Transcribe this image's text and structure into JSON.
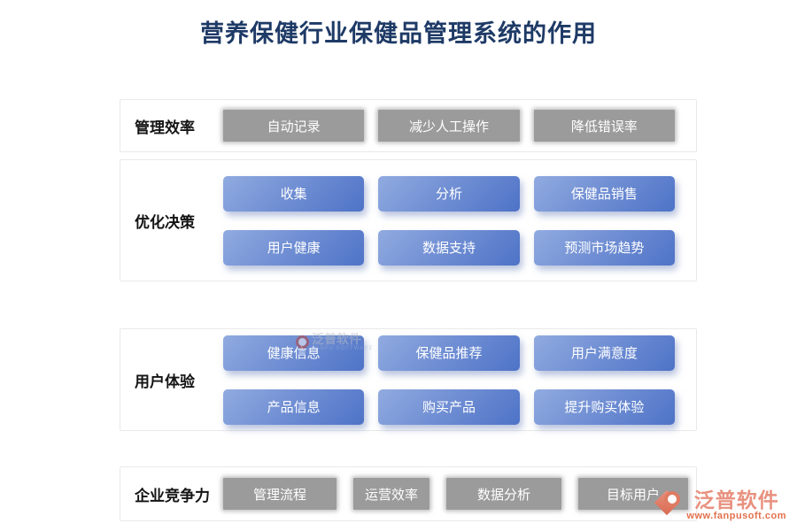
{
  "title": "营养保健行业保健品管理系统的作用",
  "sections": [
    {
      "label": "管理效率",
      "style": "gray",
      "rows": [
        [
          "自动记录",
          "减少人工操作",
          "降低错误率"
        ]
      ]
    },
    {
      "label": "优化决策",
      "style": "blue",
      "rows": [
        [
          "收集",
          "分析",
          "保健品销售"
        ],
        [
          "用户健康",
          "数据支持",
          "预测市场趋势"
        ]
      ]
    },
    {
      "label": "用户体验",
      "style": "blue",
      "rows": [
        [
          "健康信息",
          "保健品推荐",
          "用户满意度"
        ],
        [
          "产品信息",
          "购买产品",
          "提升购买体验"
        ]
      ]
    },
    {
      "label": "企业竞争力",
      "style": "gray",
      "rows": [
        [
          "管理流程",
          "运营效率",
          "数据分析",
          "目标用户"
        ]
      ]
    }
  ],
  "watermark": {
    "brand": "泛普软件",
    "sub": "FANPU SOFTWARE"
  },
  "logo": {
    "brand": "泛普软件",
    "url": "www.fanpusoft.com"
  },
  "colors": {
    "title_text": "#1e3a66",
    "blue_button_light": "#91abe0",
    "blue_button_dark": "#4e73c7",
    "gray_button": "#9b9b9b",
    "brand_salmon": "#e8917f",
    "brand_url": "#e2714d"
  }
}
